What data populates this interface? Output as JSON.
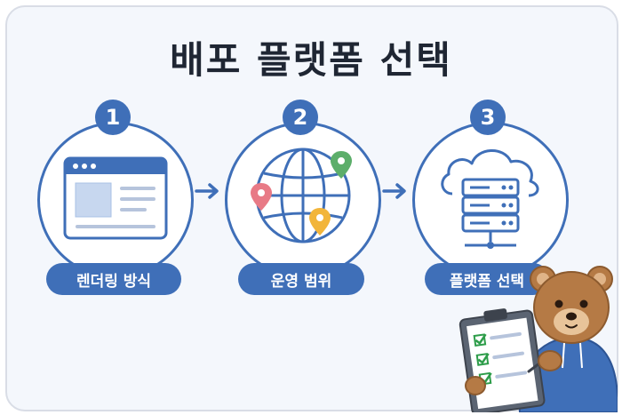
{
  "title": "배포 플랫폼 선택",
  "steps": [
    {
      "number": "1",
      "label": "렌더링 방식",
      "icon": "browser-window-icon"
    },
    {
      "number": "2",
      "label": "운영 범위",
      "icon": "globe-with-pins-icon"
    },
    {
      "number": "3",
      "label": "플랫폼 선택",
      "icon": "cloud-server-icon"
    }
  ],
  "colors": {
    "primary": "#3f6fb8",
    "title": "#1f2633",
    "background": "#f4f7fc",
    "check": "#2e9d4a"
  }
}
